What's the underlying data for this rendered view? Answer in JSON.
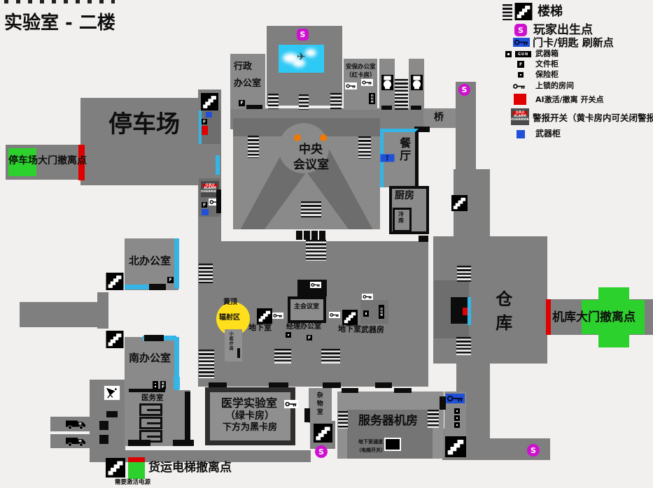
{
  "title": "实验室 - 二楼",
  "legend": {
    "items": [
      {
        "id": "stairs",
        "label": "楼梯"
      },
      {
        "id": "player-spawn",
        "label": "玩家出生点"
      },
      {
        "id": "keycard-refresh",
        "label": "门卡/钥匙 刷新点"
      },
      {
        "id": "weapon-box",
        "label": "武器箱"
      },
      {
        "id": "file-cabinet",
        "label": "文件柜"
      },
      {
        "id": "safe",
        "label": "保险柜"
      },
      {
        "id": "locked-room",
        "label": "上锁的房间"
      },
      {
        "id": "ai-switch",
        "label": "AI激活/撤离 开关点"
      },
      {
        "id": "alarm-switch",
        "label": "警报开关（黄卡房内可关闭警报）"
      },
      {
        "id": "weapon-cabinet",
        "label": "武器柜"
      }
    ]
  },
  "labels": {
    "parking": "停车场",
    "parking_evac": "停车场大门撤离点",
    "admin1": "行政",
    "admin2": "办公室",
    "security1": "安保办公室",
    "security2": "（红卡房）",
    "central1": "中央",
    "central2": "会议室",
    "bridge": "桥",
    "dining": "餐厅",
    "kitchen": "厨房",
    "cold": "冷库",
    "north": "北办公室",
    "south": "南办公室",
    "yellow1": "黄顶",
    "yellow2": "辐射区",
    "small_medical": "小医疗房",
    "basement_left": "地下室",
    "basement_right": "地下室",
    "main_meeting": "主会议室",
    "manager": "经理办公室",
    "weapon_room": "武器房",
    "warehouse": "仓库",
    "hangar_evac": "机库大门撤离点",
    "medical": "医务室",
    "lab1": "医学实验室",
    "lab2": "（绿卡房）",
    "lab3": "下方为黑卡房",
    "junk": "杂物室",
    "server": "服务器机房",
    "passage1": "地下室通道",
    "passage2": "（电梯开关）",
    "cargo_evac": "货运电梯撤离点",
    "power_note": "需要激活电源"
  },
  "icons": {
    "spawn_letter": "S",
    "file_letter": "F",
    "gun_label": "GUN",
    "alarm_sym": "((A))",
    "alarm_line1": "ALARM",
    "alarm_line2": "OVERRIDE",
    "plane_glyph": "✈"
  },
  "colors": {
    "room_gray": "#7f7f7f",
    "spawn_magenta": "#cf10cf",
    "door_cyan": "#35b5e5",
    "evac_green": "#2dd12d",
    "switch_red": "#e00000",
    "radiation_yellow": "#ffdf1b",
    "keycard_blue": "#2050d8",
    "dot_orange": "#f07800",
    "helipad_cyan": "#2ec9f5"
  }
}
